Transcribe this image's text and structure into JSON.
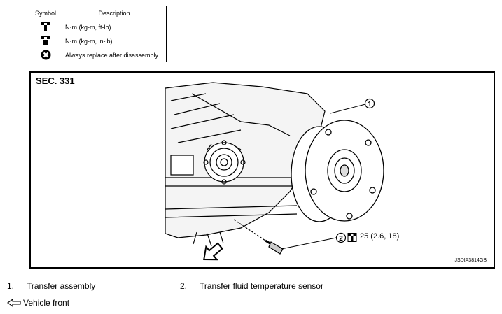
{
  "legend": {
    "headers": {
      "symbol": "Symbol",
      "description": "Description"
    },
    "rows": [
      {
        "icon": "torque-wrench-nm-icon",
        "text": "N·m (kg-m, ft-lb)"
      },
      {
        "icon": "torque-wrench-in-lb-icon",
        "text": "N·m (kg-m, in-lb)"
      },
      {
        "icon": "replace-icon",
        "text": "Always replace after disassembly."
      }
    ]
  },
  "figure": {
    "section": "SEC. 331",
    "code": "JSDIA3814GB",
    "callout1": "1",
    "callout2": "2",
    "torque_value": "25 (2.6, 18)"
  },
  "items": [
    {
      "num": "1.",
      "label": "Transfer assembly"
    },
    {
      "num": "2.",
      "label": "Transfer fluid temperature sensor"
    }
  ],
  "vehicle_front": "Vehicle front"
}
